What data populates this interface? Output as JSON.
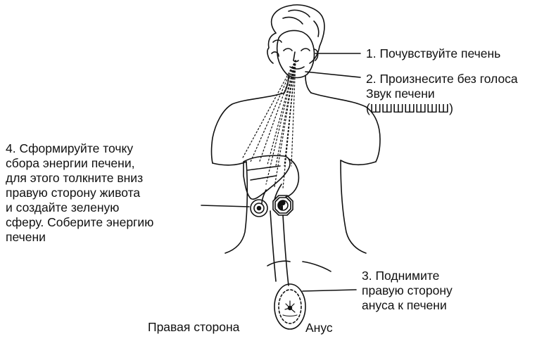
{
  "steps": {
    "step1": [
      "1. Почувствуйте печень"
    ],
    "step2": [
      "2. Произнесите без голоса",
      "Звук печени",
      "(ШШШШШШШ)"
    ],
    "step3": [
      "3. Поднимите",
      "правую сторону",
      "ануса к печени"
    ],
    "step4": [
      "4. Сформируйте точку",
      "сбора энергии печени,",
      "для этого толкните вниз",
      "правую сторону живота",
      "и создайте зеленую",
      "сферу. Соберите энергию",
      "печени"
    ]
  },
  "labels": {
    "right_side": "Правая сторона",
    "anus": "Анус"
  },
  "colors": {
    "ink": "#111111",
    "background": "#ffffff"
  }
}
